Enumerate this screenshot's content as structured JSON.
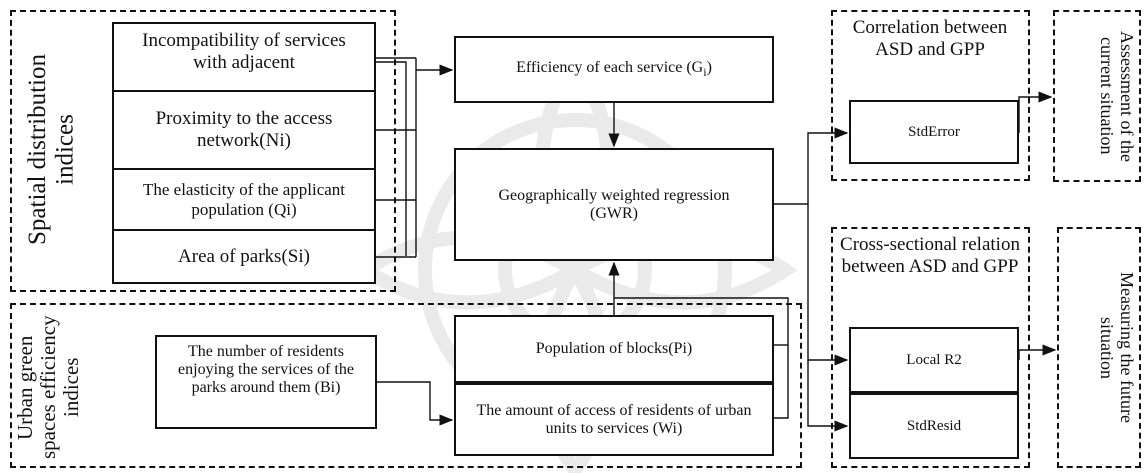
{
  "spatial_group": {
    "title": "Spatial distribution indices",
    "items": [
      "Incompatibility of services with adjacent",
      "Proximity to the access network(Ni)",
      "The elasticity of the applicant population (Qi)",
      "Area of parks(Si)"
    ]
  },
  "urban_group": {
    "title": "Urban green spaces efficiency indices",
    "item": "The number of residents enjoying the services of the parks around them (Bi)"
  },
  "center": {
    "efficiency": "Efficiency of each service (G",
    "efficiency_sub": "i",
    "efficiency_close": ")",
    "gwr": "Geographically weighted regression (GWR)",
    "population": "Population of blocks(Pi)",
    "access": "The amount of access of residents of urban units to services (Wi)"
  },
  "correlation": {
    "title": "Correlation between ASD and GPP",
    "item": "StdError"
  },
  "cross_sectional": {
    "title": "Cross-sectional relation between ASD and GPP",
    "items": [
      "Local R2",
      "StdResid"
    ]
  },
  "assessment": "Assessment of the current situation",
  "measuring": "Measuring the future situation"
}
